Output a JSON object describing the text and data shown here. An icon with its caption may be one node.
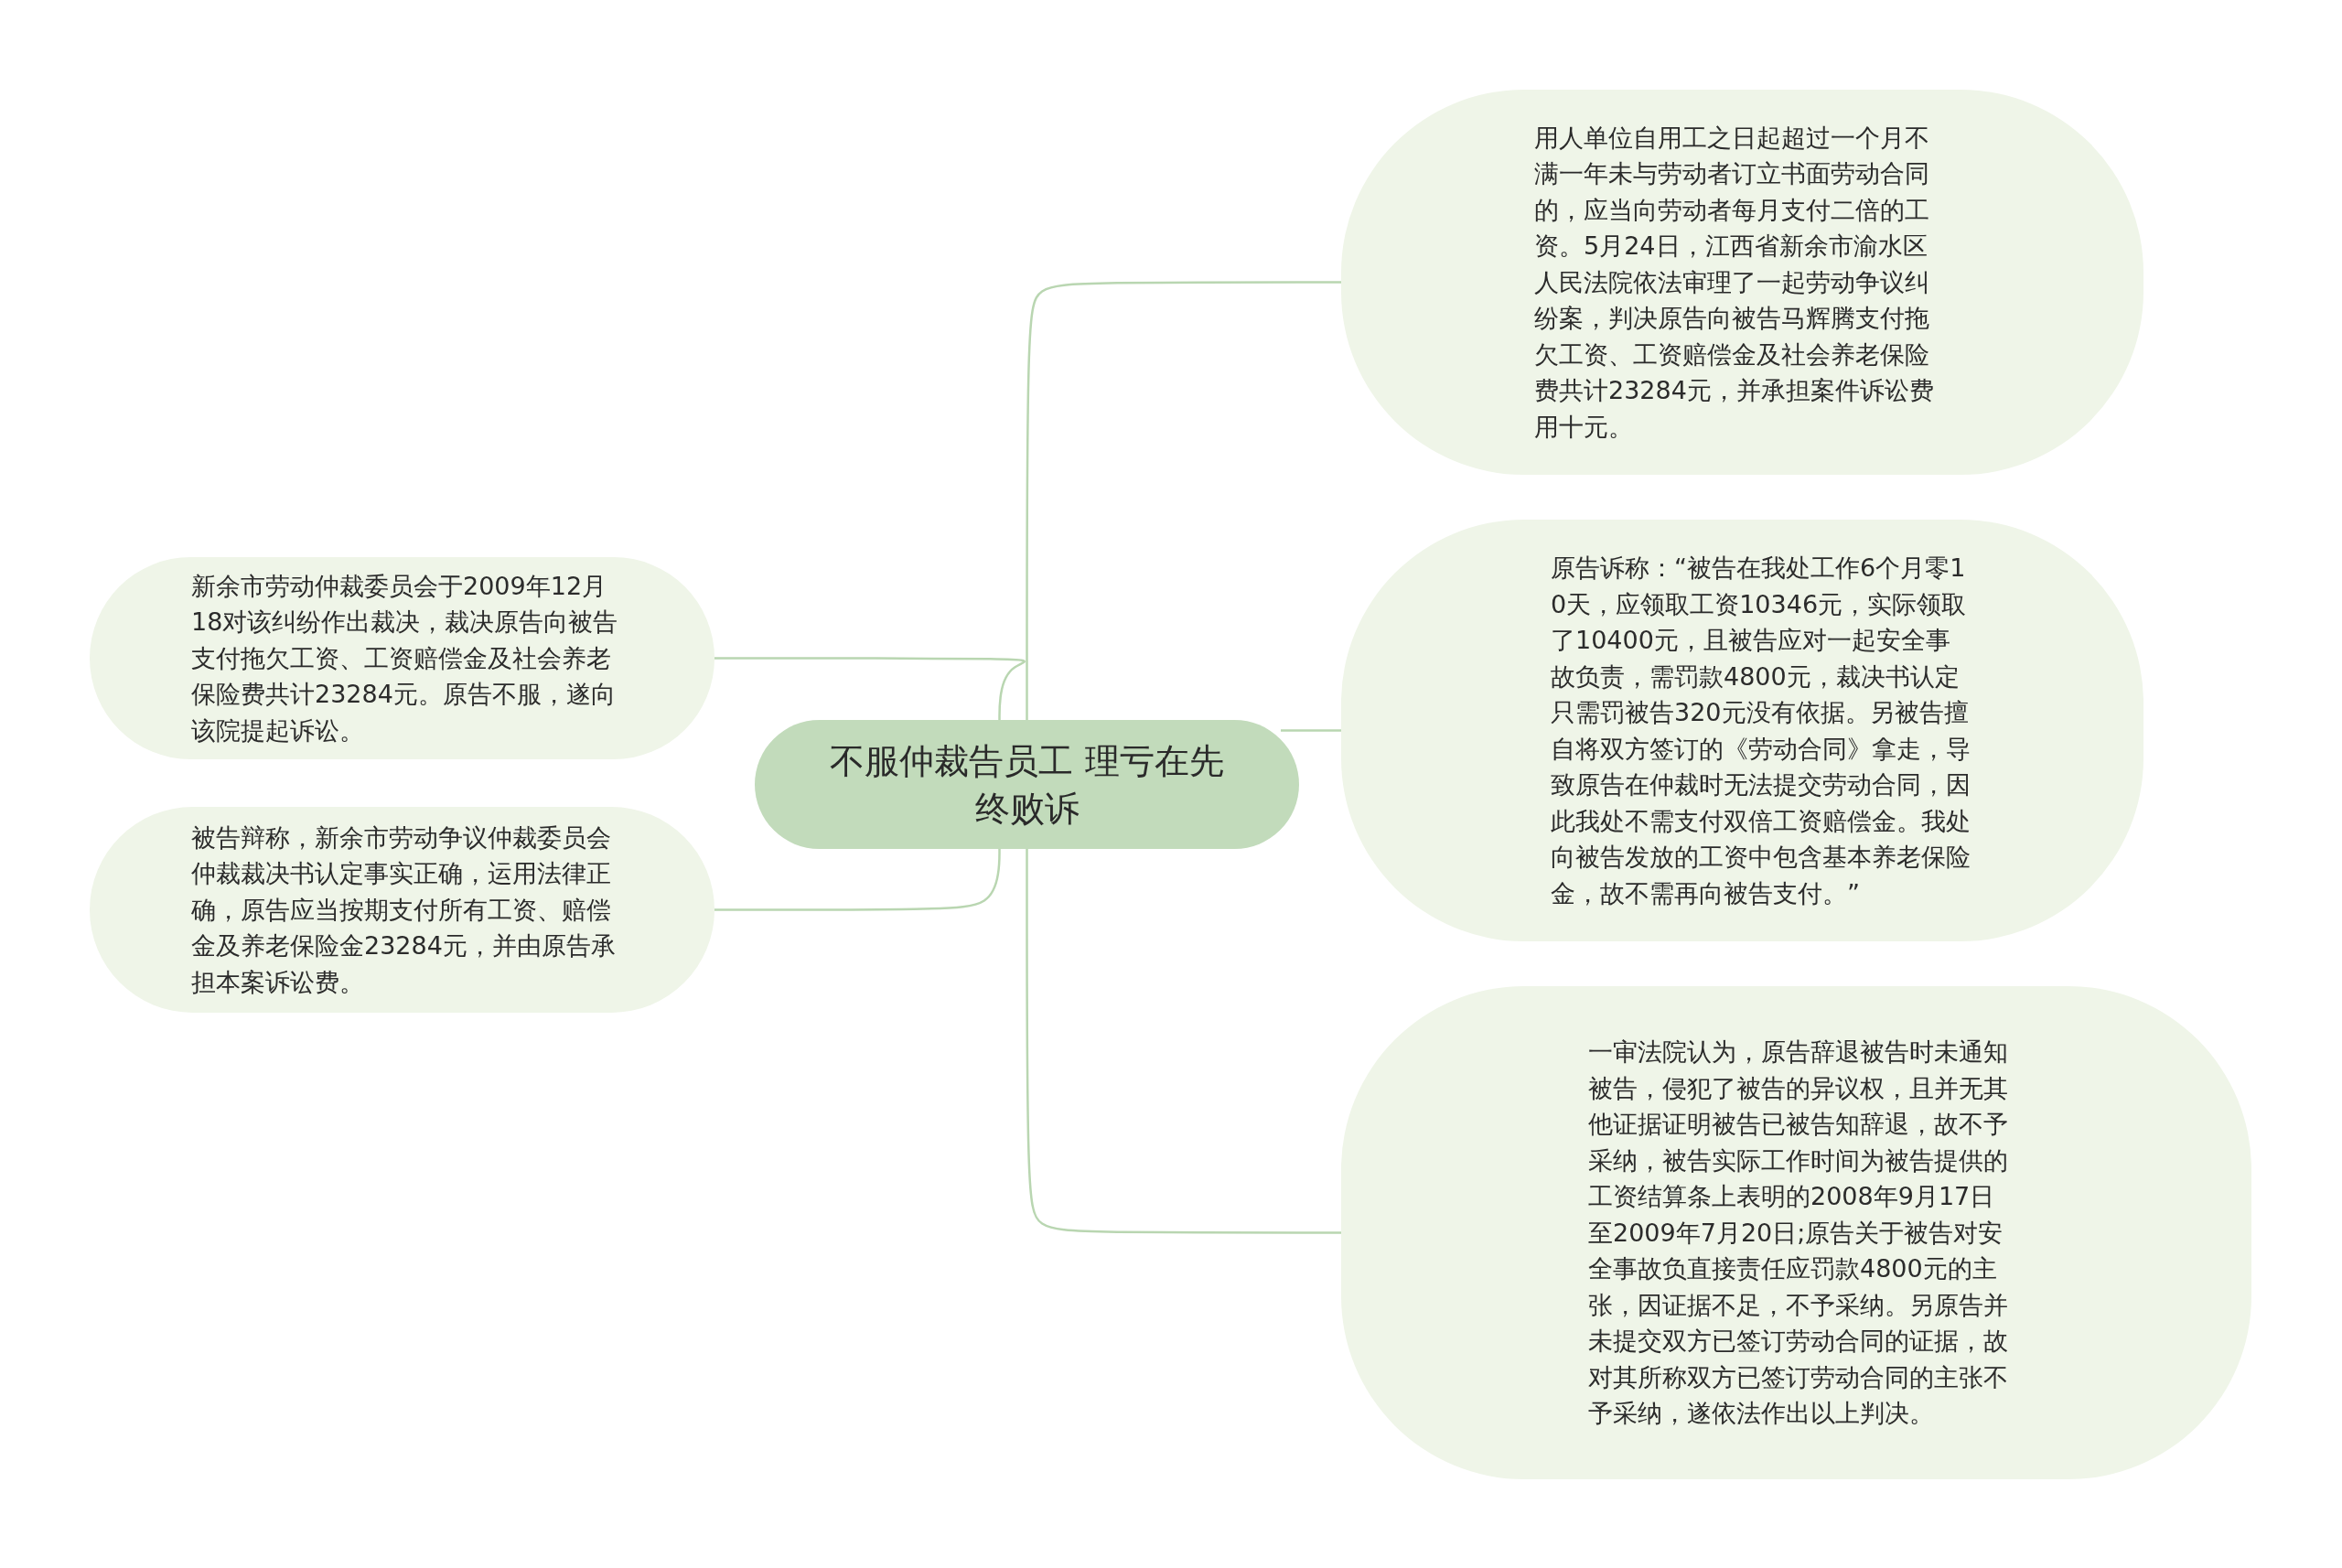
{
  "diagram": {
    "nodes": [
      {
        "text": [
          "不服仲裁告员工 理亏在先终败诉"
        ]
      },
      {
        "text": [
          "用人单位自用工之日起超过一个月不满一年未与劳动者订立书面劳动合同的，应当向劳动者每月支付二倍的工资。5月24日，江西省新余市渝水区人民法院依法审理了一起劳动争议纠纷案，判决原告向被告马辉腾支付拖欠工资、工资赔偿金及社会养老保险费共计23284元，并承担案件诉讼费用十元。"
        ]
      },
      {
        "text": [
          "原告诉称：“被告在我处工作6个月零10天，应领取工资10346元，实际领取了10400元，且被告应对一起安全事故负责，需罚款4800元，裁决书认定只需罚被告320元没有依据。另被告擅自将双方签订的《劳动合同》拿走，导致原告在仲裁时无法提交劳动合同，因此我处不需支付双倍工资赔偿金。我处向被告发放的工资中包含基本养老保险金，故不需再向被告支付。”"
        ]
      },
      {
        "text": [
          "一审法院认为，原告辞退被告时未通知被告，侵犯了被告的异议权，且并无其他证据证明被告已被告知辞退，故不予采纳，被告实际工作时间为被告提供的工资结算条上表明的2008年9月17日至2009年7月20日;原告关于被告对安全事故负直接责任应罚款4800元的主张，因证据不足，不予采纳。另原告并未提交双方已签订劳动合同的证据，故对其所称双方已签订劳动合同的主张不予采纳，遂依法作出以上判决。"
        ]
      },
      {
        "text": [
          "新余市劳动仲裁委员会于2009年12月18对该纠纷作出裁决，裁决原告向被告支付拖欠工资、工资赔偿金及社会养老保险费共计23284元。原告不服，遂向该院提起诉讼。"
        ]
      },
      {
        "text": [
          "被告辩称，新余市劳动争议仲裁委员会仲裁裁决书认定事实正确，运用法律正确，原告应当按期支付所有工资、赔偿金及养老保险金23284元，并由原告承担本案诉讼费。"
        ]
      }
    ],
    "edges": [
      {
        "from": 0,
        "to": 1,
        "arrow": "none"
      },
      {
        "from": 0,
        "to": 2,
        "arrow": "none"
      },
      {
        "from": 0,
        "to": 3,
        "arrow": "none"
      },
      {
        "from": 0,
        "to": 4,
        "arrow": "none"
      },
      {
        "from": 0,
        "to": 5,
        "arrow": "none"
      }
    ]
  }
}
